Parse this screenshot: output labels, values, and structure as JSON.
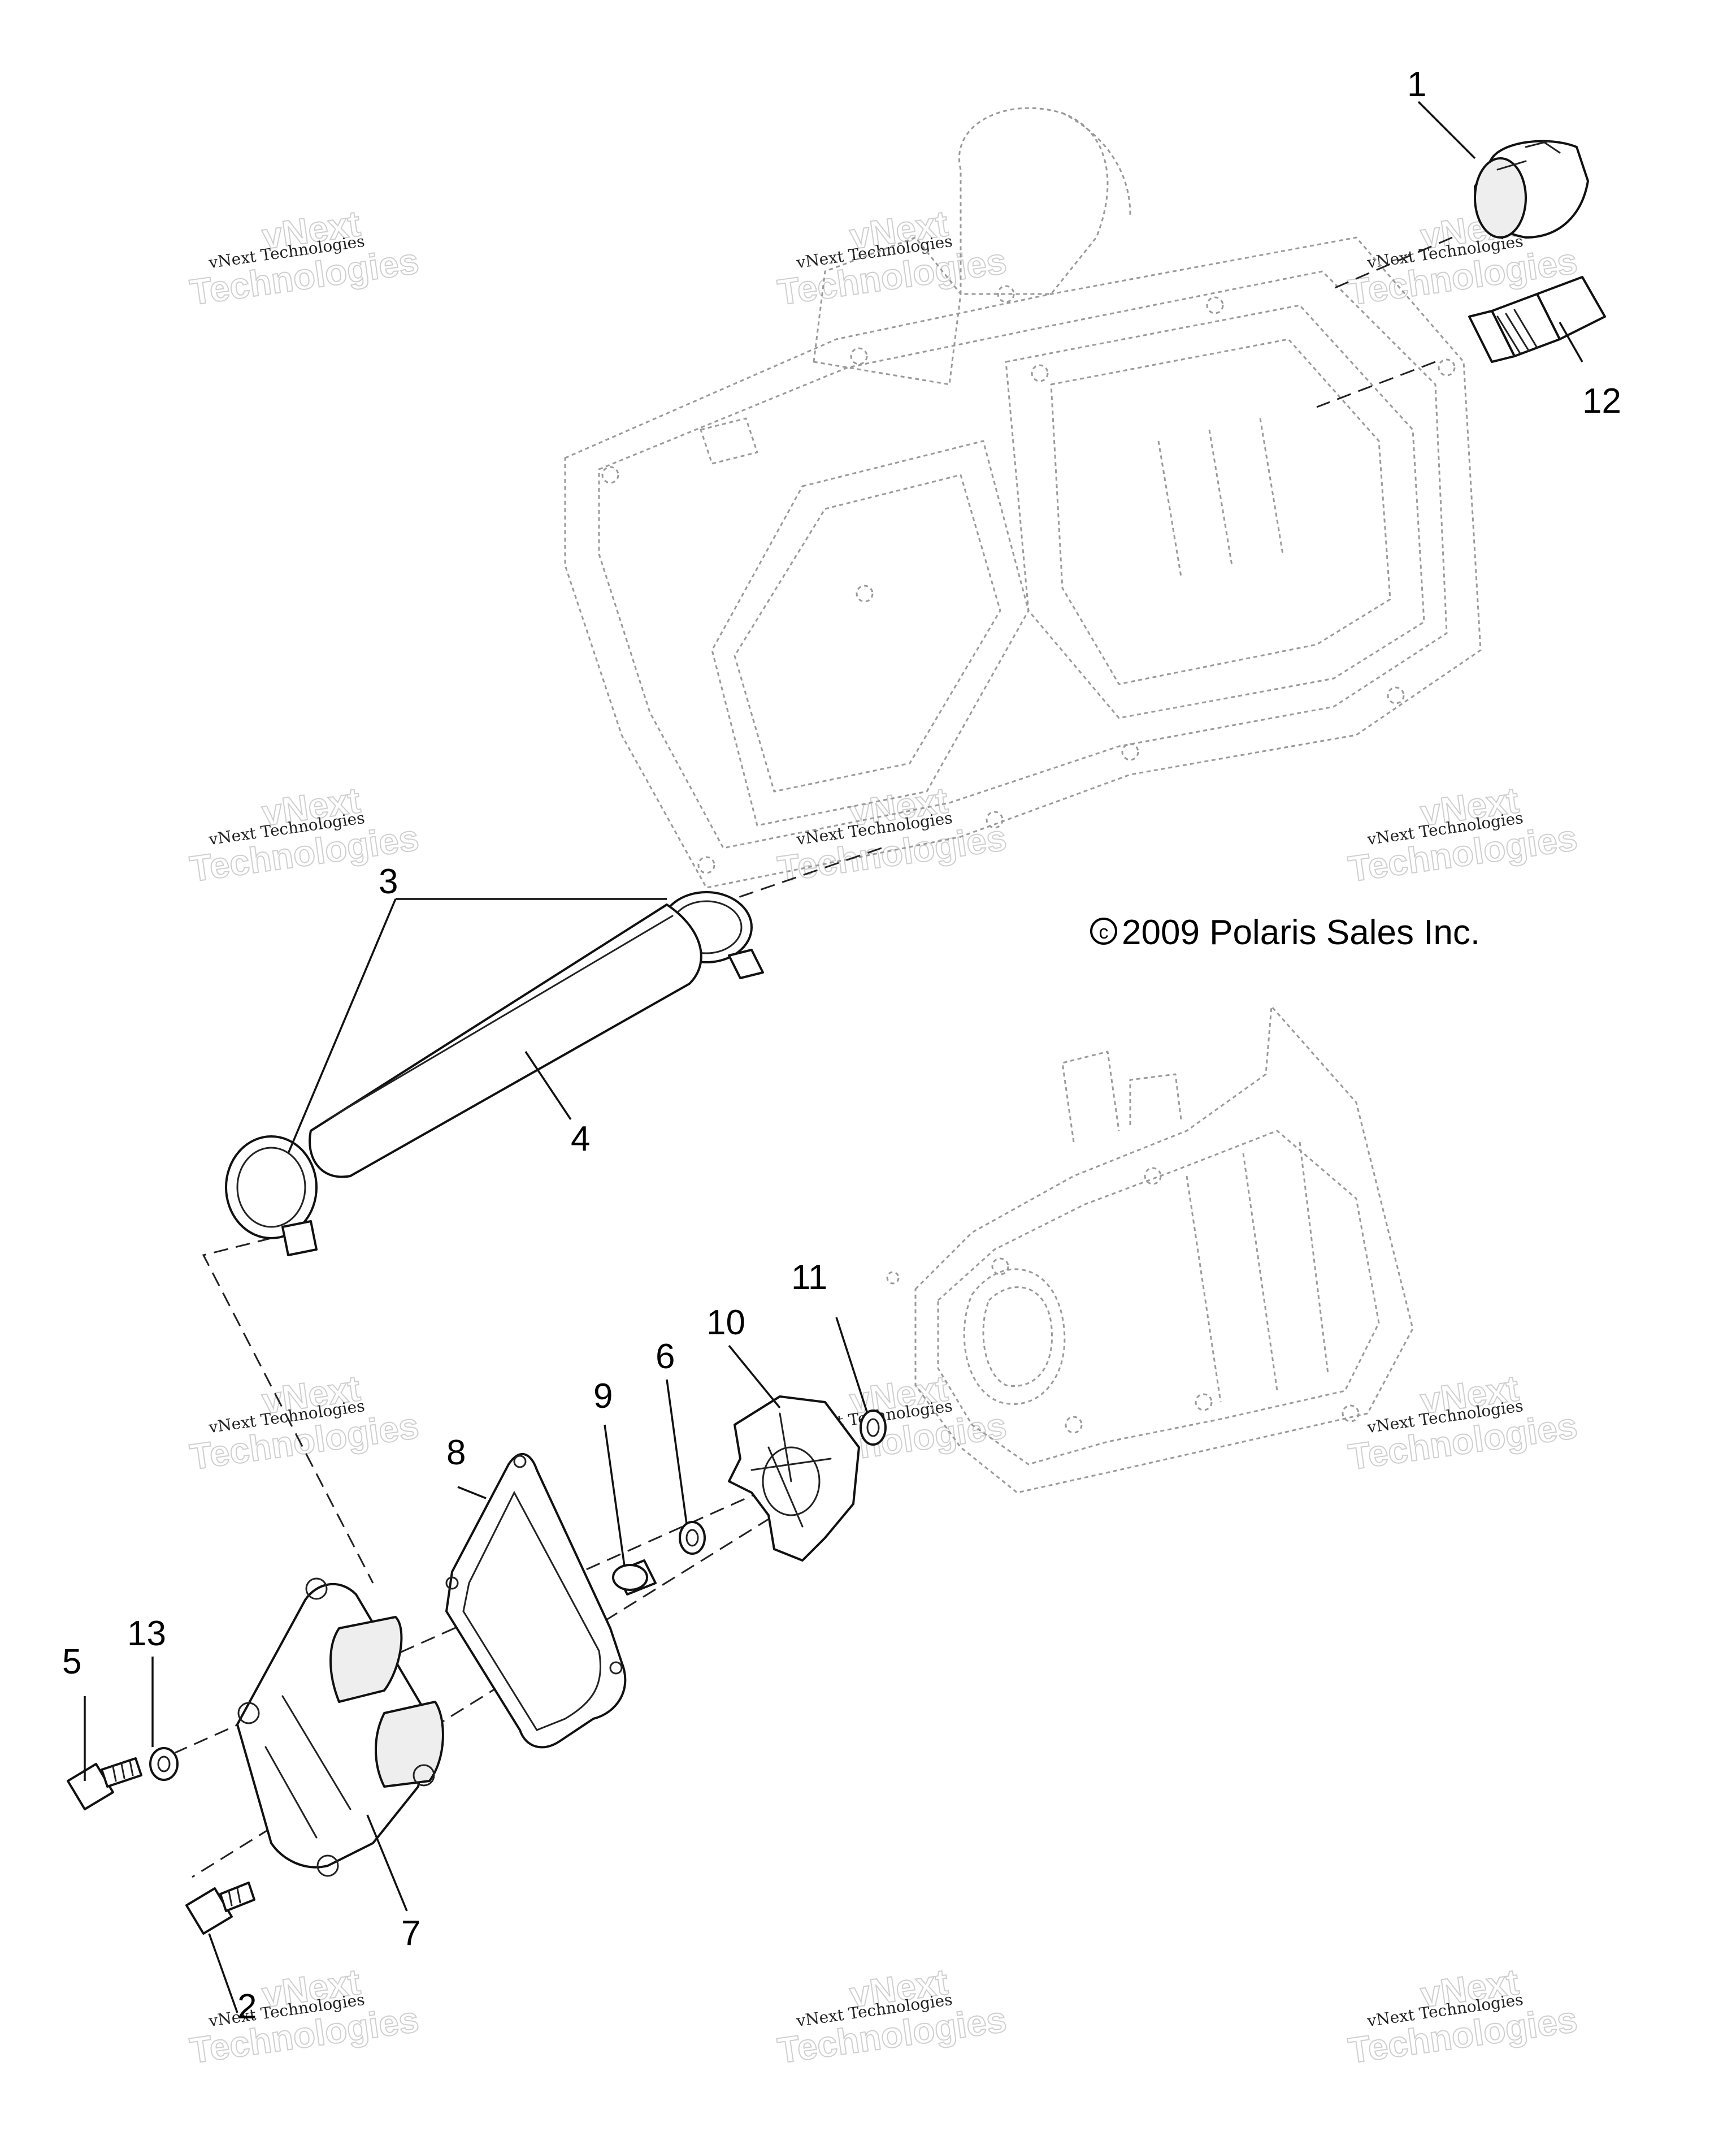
{
  "copyright": "2009 Polaris Sales Inc.",
  "copyright_symbol": "c",
  "callouts": [
    {
      "id": "1",
      "label": "1"
    },
    {
      "id": "2",
      "label": "2"
    },
    {
      "id": "3",
      "label": "3"
    },
    {
      "id": "4",
      "label": "4"
    },
    {
      "id": "5",
      "label": "5"
    },
    {
      "id": "6",
      "label": "6"
    },
    {
      "id": "7",
      "label": "7"
    },
    {
      "id": "8",
      "label": "8"
    },
    {
      "id": "9",
      "label": "9"
    },
    {
      "id": "10",
      "label": "10"
    },
    {
      "id": "11",
      "label": "11"
    },
    {
      "id": "12",
      "label": "12"
    },
    {
      "id": "13",
      "label": "13"
    }
  ],
  "watermark": {
    "small": "vNext Technologies",
    "big_line1": "vNext",
    "big_line2": "Technologies"
  },
  "colors": {
    "line": "#111111",
    "ghost": "#9a9a9a",
    "watermark": "#cfcfcf",
    "background": "#ffffff"
  }
}
